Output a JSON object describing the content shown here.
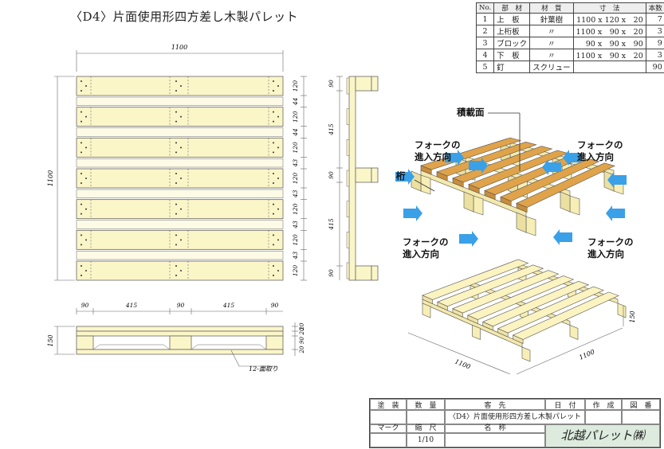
{
  "title": "〈D4〉片面使用形四方差し木製パレット",
  "parts_table": {
    "headers": [
      "No.",
      "部　材",
      "材　質",
      "寸　法",
      "本数"
    ],
    "rows": [
      {
        "no": "1",
        "part": "上　板",
        "material": "針葉樹",
        "size": "1100 x 120 x　20",
        "qty": "7"
      },
      {
        "no": "2",
        "part": "上桁板",
        "material": "〃",
        "size": "1100 x　90 x　20",
        "qty": "3"
      },
      {
        "no": "3",
        "part": "ブロック",
        "material": "〃",
        "size": "90 x　90 x　90",
        "qty": "9"
      },
      {
        "no": "4",
        "part": "下　板",
        "material": "〃",
        "size": "1100 x　90 x　20",
        "qty": "3"
      },
      {
        "no": "5",
        "part": "釘",
        "material": "スクリュー",
        "size": "",
        "qty": "90"
      }
    ]
  },
  "plan_view": {
    "width_dim": "1100",
    "height_dim": "1100",
    "right_dims": [
      "120",
      "44",
      "120",
      "44",
      "120",
      "43",
      "120",
      "43",
      "120",
      "43",
      "120",
      "43",
      "120"
    ]
  },
  "side_view": {
    "dims": [
      "90",
      "415",
      "90",
      "415",
      "90"
    ]
  },
  "front_view": {
    "top_dims": [
      "90",
      "415",
      "90",
      "415",
      "90"
    ],
    "height_dim": "150",
    "right_dims": [
      "20",
      "20",
      "90",
      "20"
    ],
    "chamfer_note": "12-面取り"
  },
  "iso_labels": {
    "deck": "積載面",
    "stringer": "桁",
    "fork_entry": "フォークの\n進入方向"
  },
  "iso_small_dims": {
    "width": "1100",
    "depth": "1100",
    "height": "150"
  },
  "title_block": {
    "paint": "塗　装",
    "quantity": "数　量",
    "customer": "客　先",
    "date": "日　付",
    "author": "作　成",
    "drawing_no": "図　番",
    "mark": "マーク",
    "scale_label": "縮　尺",
    "name_label": "名　称",
    "scale": "1/10",
    "name": "〈D4〉片面使用形四方差し木製パレット",
    "company": "北越パレット㈱"
  }
}
